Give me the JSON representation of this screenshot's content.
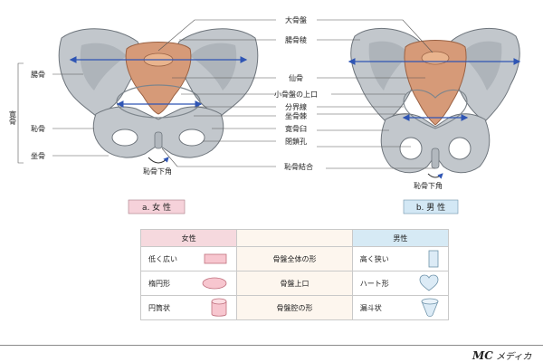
{
  "labels": {
    "large_pelvis": "大骨盤",
    "iliac_crest": "腸骨稜",
    "sacrum": "仙骨",
    "pelvic_inlet": "小骨盤の上口",
    "linea_terminalis": "分界線",
    "ischial_spine": "坐骨棘",
    "acetabulum": "寛骨臼",
    "obturator_foramen": "閉鎖孔",
    "pubic_symphysis": "恥骨結合",
    "ilium": "腸骨",
    "hip_bone": "寛骨",
    "pubis": "恥骨",
    "ischium": "坐骨",
    "subpubic_angle_f": "恥骨下角",
    "subpubic_angle_m": "恥骨下角"
  },
  "sections": {
    "female": "a. 女 性",
    "male": "b. 男 性"
  },
  "table": {
    "header_female": "女性",
    "header_male": "男性",
    "rows": [
      {
        "female": "低く広い",
        "feature": "骨盤全体の形",
        "male": "高く狭い",
        "female_icon": "wide-rectangle-icon",
        "male_icon": "tall-rectangle-icon"
      },
      {
        "female": "楕円形",
        "feature": "骨盤上口",
        "male": "ハート形",
        "female_icon": "ellipse-icon",
        "male_icon": "heart-icon"
      },
      {
        "female": "円筒状",
        "feature": "骨盤腔の形",
        "male": "漏斗状",
        "female_icon": "cylinder-icon",
        "male_icon": "funnel-icon"
      }
    ]
  },
  "colors": {
    "bone": "#c2c7cc",
    "sacrum": "#d69a78",
    "arrow": "#2f55b4",
    "female_tag": "#f6d2da",
    "male_tag": "#d3e8f5",
    "icon_fill": "#f7c6cf",
    "icon_male_fill": "#dcebf6"
  },
  "logo": {
    "mark": "MC",
    "text": "メディカ"
  }
}
